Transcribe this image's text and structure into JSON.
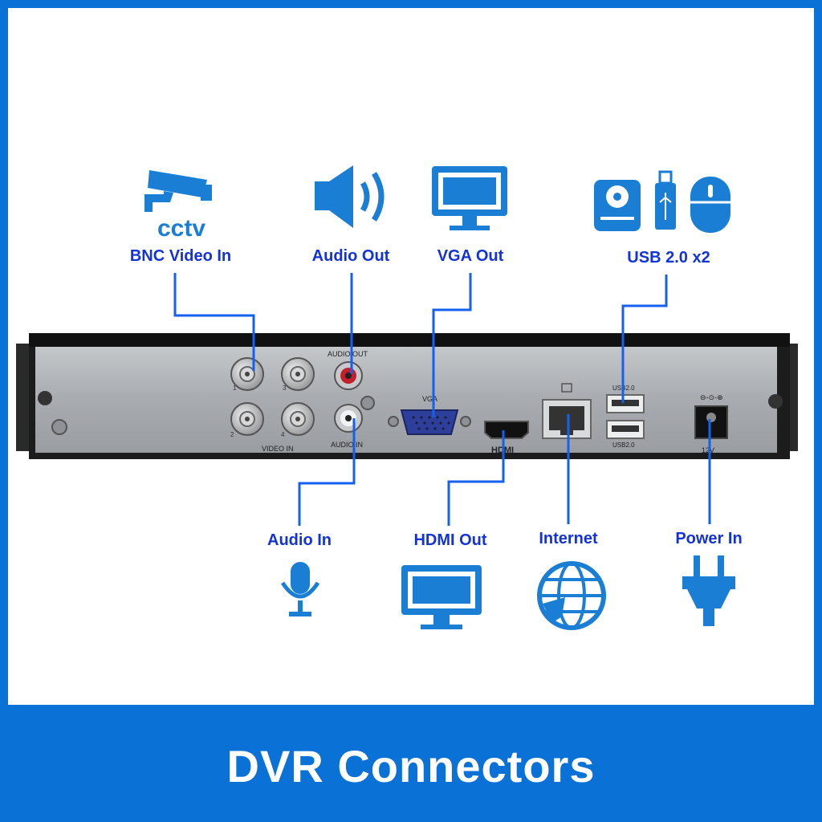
{
  "labels": {
    "bnc_video_in": "BNC Video In",
    "audio_out": "Audio Out",
    "vga_out": "VGA Out",
    "usb": "USB 2.0 x2",
    "audio_in": "Audio In",
    "hdmi_out": "HDMI Out",
    "internet": "Internet",
    "power_in": "Power In"
  },
  "cctv_icon_text": "cctv",
  "panel_text": {
    "audio_out": "AUDIO OUT",
    "audio_in": "AUDIO IN",
    "video_in": "VIDEO IN",
    "vga": "VGA",
    "hdmi": "HDMI",
    "usb_top": "USB2.0",
    "usb_bottom": "USB2.0",
    "power": "12V",
    "bnc_1": "1",
    "bnc_2": "2",
    "bnc_3": "3",
    "bnc_4": "4"
  },
  "footer": {
    "title": "DVR Connectors"
  },
  "colors": {
    "brand_blue": "#0a72d6",
    "label_blue": "#1233d8",
    "icon_blue": "#1a7fd4",
    "connector_line": "#1460f0",
    "device_body": "#a9acb0",
    "device_frame": "#1f1f1f"
  },
  "icons": [
    "cctv-camera-icon",
    "speaker-icon",
    "monitor-icon",
    "storage-usb-mouse-icon",
    "microphone-icon",
    "globe-icon",
    "power-plug-icon"
  ]
}
